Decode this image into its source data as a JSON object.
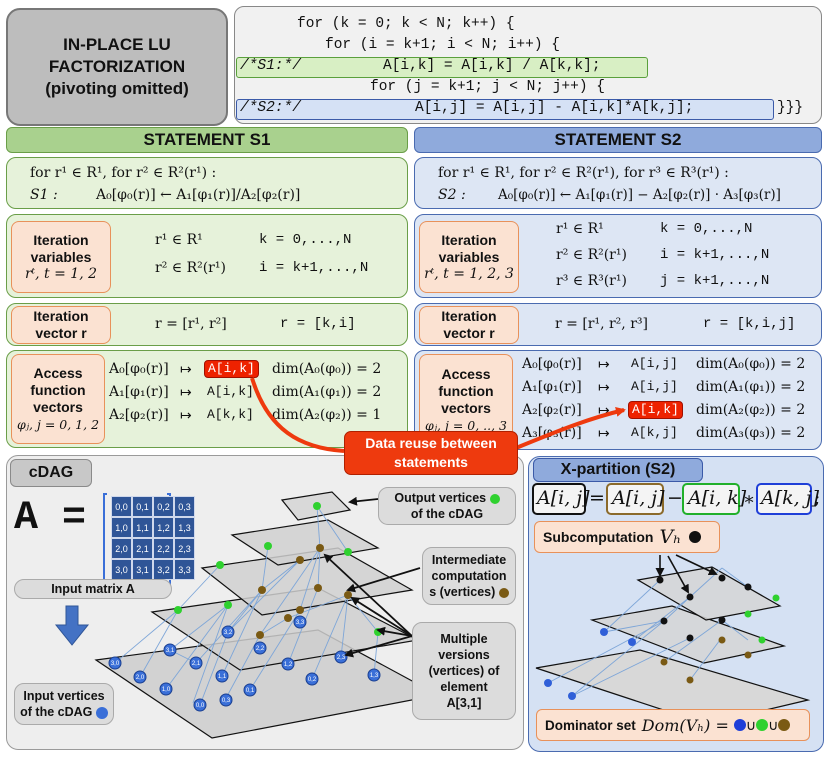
{
  "title": {
    "line1": "IN-PLACE LU",
    "line2": "FACTORIZATION",
    "line3": "(pivoting omitted)"
  },
  "code": {
    "l1": "for (k = 0; k < N; k++) {",
    "l2": "for (i = k+1; i < N; i++) {",
    "l3_label": "/*S1:*/",
    "l3": "A[i,k] = A[i,k] / A[k,k];",
    "l4": "for (j = k+1; j < N; j++) {",
    "l5_label": "/*S2:*/",
    "l5": "A[i,j] = A[i,j] - A[i,k]*A[k,j];",
    "l5_end": "}}}"
  },
  "headers": {
    "s1": "STATEMENT S1",
    "s2": "STATEMENT S2"
  },
  "s1": {
    "domain": "for r¹ ∈ R¹, for r² ∈ R²(r¹) :",
    "stmt_lbl": "S1 :",
    "stmt": "A₀[φ₀(r)] ← A₁[φ₁(r)]/A₂[φ₂(r)]",
    "iter_lbl": [
      "Iteration",
      "variables",
      "rᵗ, t = 1, 2"
    ],
    "iter_rows": [
      {
        "math": "r¹ ∈ R¹",
        "code": "k = 0,...,N"
      },
      {
        "math": "r² ∈ R²(r¹)",
        "code": "i = k+1,...,N"
      }
    ],
    "vec_lbl": [
      "Iteration",
      "vector r"
    ],
    "vec_math": "r = [r¹, r²]",
    "vec_code": "r = [k,i]",
    "acc_lbl": [
      "Access",
      "function",
      "vectors",
      "φⱼ, j = 0, 1, 2"
    ],
    "acc_rows": [
      {
        "fn": "A₀[φ₀(r)]",
        "arrow": "↦",
        "acc": "A[i,k]",
        "dim": "dim(A₀(φ₀)) = 2"
      },
      {
        "fn": "A₁[φ₁(r)]",
        "arrow": "↦",
        "acc": "A[i,k]",
        "dim": "dim(A₁(φ₁)) = 2"
      },
      {
        "fn": "A₂[φ₂(r)]",
        "arrow": "↦",
        "acc": "A[k,k]",
        "dim": "dim(A₂(φ₂)) = 1"
      }
    ]
  },
  "s2": {
    "domain": "for r¹ ∈ R¹, for r² ∈ R²(r¹), for r³ ∈ R³(r¹) :",
    "stmt_lbl": "S2 :",
    "stmt": "A₀[φ₀(r)] ← A₁[φ₁(r)] − A₂[φ₂(r)] · A₃[φ₃(r)]",
    "iter_lbl": [
      "Iteration",
      "variables",
      "rᵗ, t = 1, 2, 3"
    ],
    "iter_rows": [
      {
        "math": "r¹ ∈ R¹",
        "code": "k = 0,...,N"
      },
      {
        "math": "r² ∈ R²(r¹)",
        "code": "i = k+1,...,N"
      },
      {
        "math": "r³ ∈ R³(r¹)",
        "code": "j = k+1,...,N"
      }
    ],
    "vec_lbl": [
      "Iteration",
      "vector r"
    ],
    "vec_math": "r = [r¹, r², r³]",
    "vec_code": "r = [k,i,j]",
    "acc_lbl": [
      "Access",
      "function",
      "vectors",
      "φⱼ, j = 0, .., 3"
    ],
    "acc_rows": [
      {
        "fn": "A₀[φ₀(r)]",
        "arrow": "↦",
        "acc": "A[i,j]",
        "dim": "dim(A₀(φ₀)) = 2"
      },
      {
        "fn": "A₁[φ₁(r)]",
        "arrow": "↦",
        "acc": "A[i,j]",
        "dim": "dim(A₁(φ₁)) = 2"
      },
      {
        "fn": "A₂[φ₂(r)]",
        "arrow": "↦",
        "acc": "A[i,k]",
        "dim": "dim(A₂(φ₂)) = 2"
      },
      {
        "fn": "A₃[φ₃(r)]",
        "arrow": "↦",
        "acc": "A[k,j]",
        "dim": "dim(A₃(φ₃)) = 2"
      }
    ]
  },
  "reuse": {
    "line1": "Data reuse between",
    "line2": "statements"
  },
  "cdag": {
    "tab": "cDAG",
    "a_label": "A =",
    "matrix": [
      [
        "0,0",
        "0,1",
        "0,2",
        "0,3"
      ],
      [
        "1,0",
        "1,1",
        "1,2",
        "1,3"
      ],
      [
        "2,0",
        "2,1",
        "2,2",
        "2,3"
      ],
      [
        "3,0",
        "3,1",
        "3,2",
        "3,3"
      ]
    ],
    "input_matrix": "Input matrix A",
    "input_vertices": [
      "Input vertices",
      "of the cDAG"
    ],
    "output_vertices": [
      "Output vertices",
      "of the cDAG"
    ],
    "intermediate": [
      "Intermediate",
      "computation",
      "s (vertices)"
    ],
    "versions": [
      "Multiple",
      "versions",
      "(vertices) of",
      "element",
      "A[3,1]"
    ],
    "node_labels": {
      "n00": "0,0",
      "n10": "1,0",
      "n20": "2,0",
      "n30": "3,0",
      "n01": "0,1",
      "n11": "1,1",
      "n21": "2,1",
      "n31": "3,1",
      "n02": "0,2",
      "n12": "1,2",
      "n22": "2,2",
      "n32": "3,2",
      "n03": "0,3",
      "n13": "1,3",
      "n23": "2,3",
      "n33": "3,3"
    }
  },
  "xpart": {
    "tab": "X-partition (S2)",
    "eq": {
      "t1": "A[i, j]",
      "eq": "=",
      "t2": "A[i, j]",
      "minus": "−",
      "t3": "A[i, k]",
      "times": "∗",
      "t4": "A[k, j]",
      "semi": ";"
    },
    "subcomp": "Subcomputation",
    "subcomp_math": "Vₕ",
    "dom_label": "Dominator set",
    "dom_math": "Dom(Vₕ) =",
    "union": "∪"
  },
  "colors": {
    "green": "#2fd12f",
    "blue": "#3a6fd8",
    "brown": "#7a5a14",
    "black": "#111111",
    "red": "#ee2200"
  }
}
